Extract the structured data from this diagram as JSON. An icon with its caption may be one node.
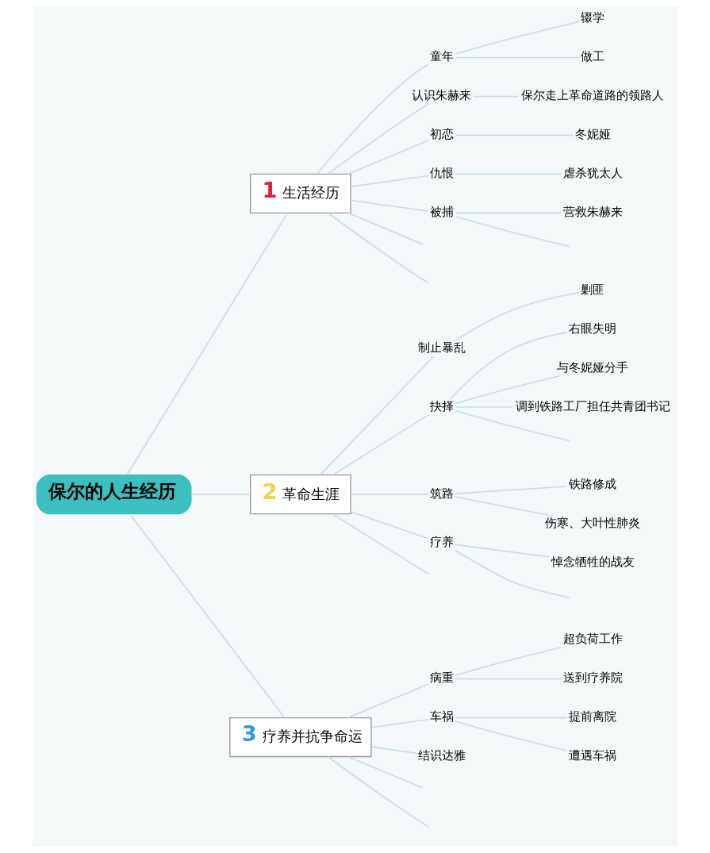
{
  "diagram": {
    "nodes": [
      {
        "text": [
          "保尔的人生经历"
        ]
      },
      {
        "text": [
          "1",
          "生活经历"
        ]
      },
      {
        "text": [
          "童年"
        ]
      },
      {
        "text": [
          "辍学"
        ]
      },
      {
        "text": [
          "做工"
        ]
      },
      {
        "text": [
          "认识朱赫来"
        ]
      },
      {
        "text": [
          "保尔走上革命道路的领路人"
        ]
      },
      {
        "text": [
          "初恋"
        ]
      },
      {
        "text": [
          "冬妮娅"
        ]
      },
      {
        "text": [
          "仇恨"
        ]
      },
      {
        "text": [
          "虐杀犹太人"
        ]
      },
      {
        "text": [
          "被捕"
        ]
      },
      {
        "text": [
          "营救朱赫来"
        ]
      },
      {
        "text": [
          "2",
          "革命生涯"
        ]
      },
      {
        "text": [
          "制止暴乱"
        ]
      },
      {
        "text": [
          "剿匪"
        ]
      },
      {
        "text": [
          "抉择"
        ]
      },
      {
        "text": [
          "右眼失明"
        ]
      },
      {
        "text": [
          "与冬妮娅分手"
        ]
      },
      {
        "text": [
          "调到铁路工厂担任共青团书记"
        ]
      },
      {
        "text": [
          "筑路"
        ]
      },
      {
        "text": [
          "铁路修成"
        ]
      },
      {
        "text": [
          "伤寒、大叶性肺炎"
        ]
      },
      {
        "text": [
          "疗养"
        ]
      },
      {
        "text": [
          "悼念牺牲的战友"
        ]
      },
      {
        "text": [
          "3",
          "疗养并抗争命运"
        ]
      },
      {
        "text": [
          "病重"
        ]
      },
      {
        "text": [
          "超负荷工作"
        ]
      },
      {
        "text": [
          "送到疗养院"
        ]
      },
      {
        "text": [
          "车祸"
        ]
      },
      {
        "text": [
          "提前离院"
        ]
      },
      {
        "text": [
          "遭遇车祸"
        ]
      },
      {
        "text": [
          "结识达雅"
        ]
      }
    ],
    "edges": [
      {
        "from": 0,
        "to": 1,
        "arrow": "none"
      },
      {
        "from": 1,
        "to": 2,
        "arrow": "none"
      },
      {
        "from": 2,
        "to": 3,
        "arrow": "none"
      },
      {
        "from": 2,
        "to": 4,
        "arrow": "none"
      },
      {
        "from": 1,
        "to": 5,
        "arrow": "none"
      },
      {
        "from": 5,
        "to": 6,
        "arrow": "none"
      },
      {
        "from": 1,
        "to": 7,
        "arrow": "none"
      },
      {
        "from": 7,
        "to": 8,
        "arrow": "none"
      },
      {
        "from": 1,
        "to": 9,
        "arrow": "none"
      },
      {
        "from": 9,
        "to": 10,
        "arrow": "none"
      },
      {
        "from": 1,
        "to": 11,
        "arrow": "none"
      },
      {
        "from": 11,
        "to": 12,
        "arrow": "none"
      },
      {
        "from": 11,
        "to": null,
        "arrow": "none"
      },
      {
        "from": 1,
        "to": null,
        "arrow": "none"
      },
      {
        "from": 1,
        "to": null,
        "arrow": "none"
      },
      {
        "from": 0,
        "to": 13,
        "arrow": "none"
      },
      {
        "from": 13,
        "to": 14,
        "arrow": "none"
      },
      {
        "from": 14,
        "to": 15,
        "arrow": "none"
      },
      {
        "from": 13,
        "to": 16,
        "arrow": "none"
      },
      {
        "from": 16,
        "to": 17,
        "arrow": "none"
      },
      {
        "from": 16,
        "to": 18,
        "arrow": "none"
      },
      {
        "from": 16,
        "to": 19,
        "arrow": "none"
      },
      {
        "from": 16,
        "to": null,
        "arrow": "none"
      },
      {
        "from": 13,
        "to": 20,
        "arrow": "none"
      },
      {
        "from": 20,
        "to": 21,
        "arrow": "none"
      },
      {
        "from": 20,
        "to": 22,
        "arrow": "none"
      },
      {
        "from": 13,
        "to": 23,
        "arrow": "none"
      },
      {
        "from": 23,
        "to": 24,
        "arrow": "none"
      },
      {
        "from": 23,
        "to": null,
        "arrow": "none"
      },
      {
        "from": 13,
        "to": null,
        "arrow": "none"
      },
      {
        "from": 0,
        "to": 25,
        "arrow": "none"
      },
      {
        "from": 25,
        "to": 26,
        "arrow": "none"
      },
      {
        "from": 26,
        "to": 27,
        "arrow": "none"
      },
      {
        "from": 26,
        "to": 28,
        "arrow": "none"
      },
      {
        "from": 25,
        "to": 29,
        "arrow": "none"
      },
      {
        "from": 29,
        "to": 30,
        "arrow": "none"
      },
      {
        "from": 29,
        "to": 31,
        "arrow": "none"
      },
      {
        "from": 25,
        "to": 32,
        "arrow": "none"
      },
      {
        "from": 25,
        "to": null,
        "arrow": "none"
      },
      {
        "from": 25,
        "to": null,
        "arrow": "none"
      }
    ]
  }
}
